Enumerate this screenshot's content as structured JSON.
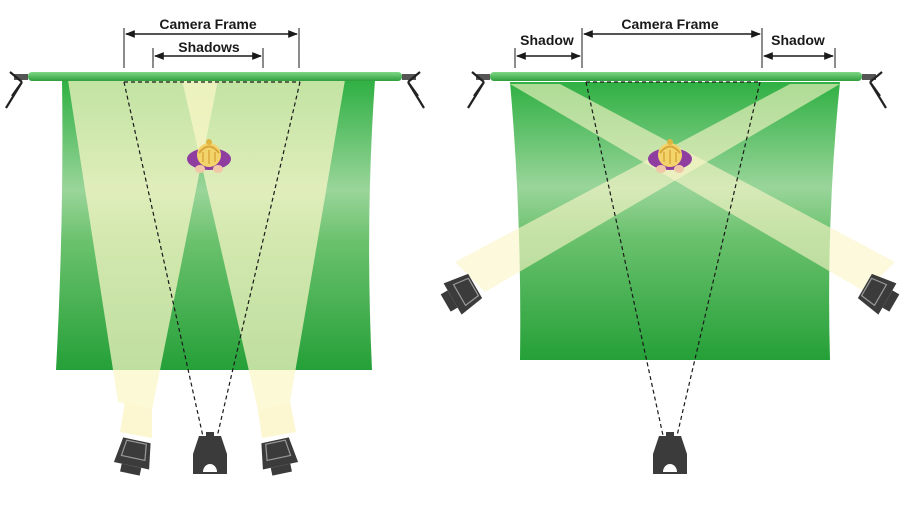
{
  "colors": {
    "screen_top": "#2fb043",
    "screen_mid": "#8fd08e",
    "screen_bottom": "#2aa13c",
    "pole": "#4cc35a",
    "beam": "#fbf6c8",
    "device": "#3b3b3b",
    "subject_body": "#8f3ea0",
    "subject_head": "#f3d46a",
    "dimension_line": "#1a1a1a"
  },
  "left_setup": {
    "camera_frame_label": "Camera Frame",
    "shadows_label": "Shadows",
    "lights": [
      "spotlight-icon",
      "spotlight-icon"
    ],
    "camera": "camera-icon",
    "subject": "person-icon"
  },
  "right_setup": {
    "camera_frame_label": "Camera Frame",
    "shadow_left_label": "Shadow",
    "shadow_right_label": "Shadow",
    "lights": [
      "spotlight-icon",
      "spotlight-icon"
    ],
    "camera": "camera-icon",
    "subject": "person-icon"
  }
}
